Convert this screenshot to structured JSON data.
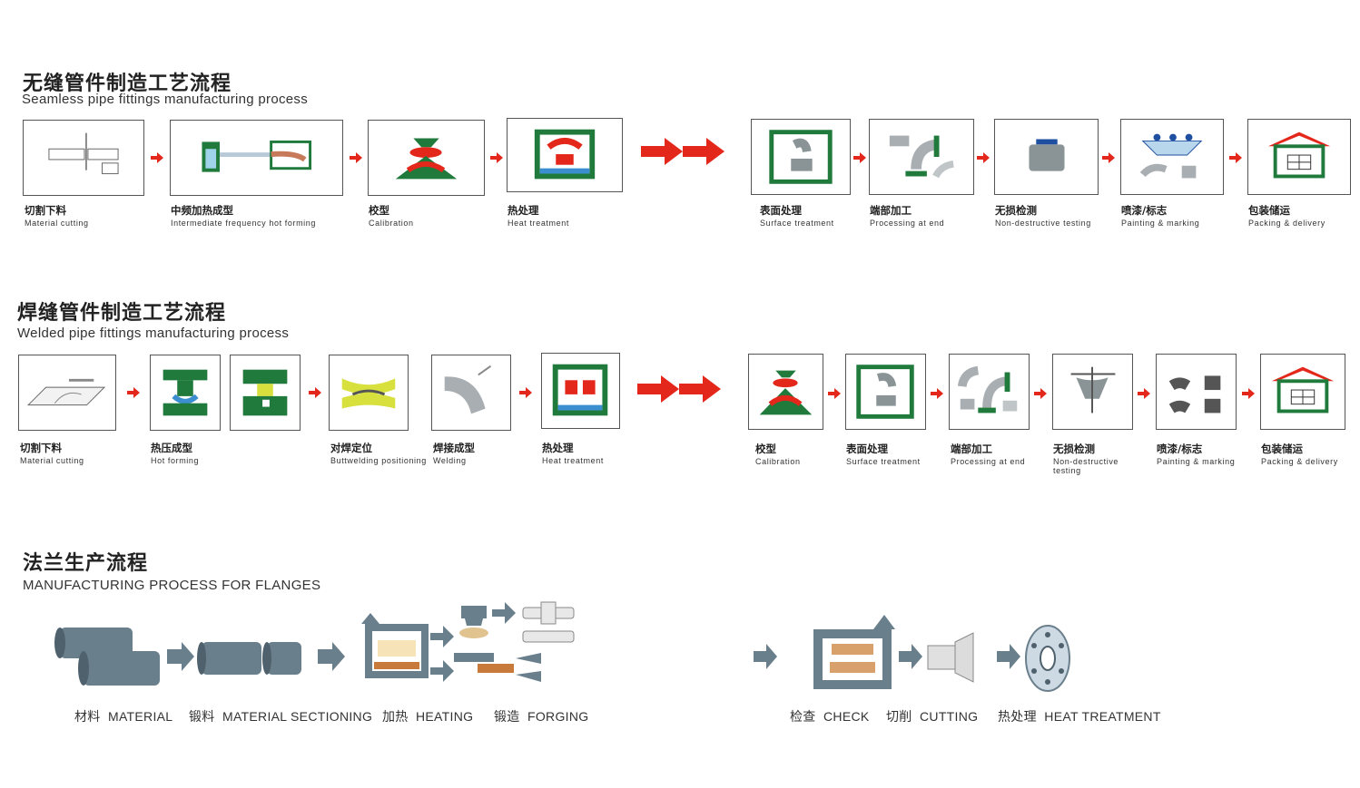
{
  "colors": {
    "green": "#1f7a3c",
    "red": "#e4271b",
    "gray": "#7d878d",
    "steel": "#6a7f8c"
  },
  "section1": {
    "title_cn": "无缝管件制造工艺流程",
    "title_en": "Seamless pipe fittings manufacturing process",
    "steps": [
      {
        "cn": "切割下料",
        "en": "Material cutting",
        "icon": "cutting-icon"
      },
      {
        "cn": "中频加热成型",
        "en": "Intermediate frequency hot forming",
        "icon": "furnace-icon"
      },
      {
        "cn": "校型",
        "en": "Calibration",
        "icon": "press-icon"
      },
      {
        "cn": "热处理",
        "en": "Heat treatment",
        "icon": "heat-oven-icon"
      },
      {
        "cn": "表面处理",
        "en": "Surface treatment",
        "icon": "blast-icon"
      },
      {
        "cn": "端部加工",
        "en": "Processing at end",
        "icon": "machining-icon"
      },
      {
        "cn": "无损检测",
        "en": "Non-destructive testing",
        "icon": "inspection-icon"
      },
      {
        "cn": "喷漆/标志",
        "en": "Painting & marking",
        "icon": "spray-icon"
      },
      {
        "cn": "包装储运",
        "en": "Packing & delivery",
        "icon": "warehouse-icon"
      }
    ]
  },
  "section2": {
    "title_cn": "焊缝管件制造工艺流程",
    "title_en": "Welded pipe fittings manufacturing process",
    "steps": [
      {
        "cn": "切割下料",
        "en": "Material cutting",
        "icon": "plate-cutting-icon"
      },
      {
        "cn": "热压成型",
        "en": "Hot forming",
        "icon": "hot-press-icon"
      },
      {
        "cn": "对焊定位",
        "en": "Buttwelding positioning",
        "icon": "positioning-icon"
      },
      {
        "cn": "焊接成型",
        "en": "Welding",
        "icon": "welding-icon"
      },
      {
        "cn": "热处理",
        "en": "Heat treatment",
        "icon": "heat-oven-icon"
      },
      {
        "cn": "校型",
        "en": "Calibration",
        "icon": "press-icon"
      },
      {
        "cn": "表面处理",
        "en": "Surface treatment",
        "icon": "blast-icon"
      },
      {
        "cn": "端部加工",
        "en": "Processing at end",
        "icon": "machining-icon"
      },
      {
        "cn": "无损检测",
        "en": "Non-destructive testing",
        "icon": "inspection-icon"
      },
      {
        "cn": "喷漆/标志",
        "en": "Painting & marking",
        "icon": "spray-icon"
      },
      {
        "cn": "包装储运",
        "en": "Packing & delivery",
        "icon": "warehouse-icon"
      }
    ]
  },
  "section3": {
    "title_cn": "法兰生产流程",
    "title_en": "MANUFACTURING  PROCESS  FOR  FLANGES",
    "labels": [
      {
        "cn": "材料",
        "en": "MATERIAL"
      },
      {
        "cn": "锻料",
        "en": "MATERIAL SECTIONING"
      },
      {
        "cn": "加热",
        "en": "HEATING"
      },
      {
        "cn": "锻造",
        "en": "FORGING"
      },
      {
        "cn": "检查",
        "en": "CHECK"
      },
      {
        "cn": "切削",
        "en": "CUTTING"
      },
      {
        "cn": "热处理",
        "en": "HEAT TREATMENT"
      }
    ]
  }
}
